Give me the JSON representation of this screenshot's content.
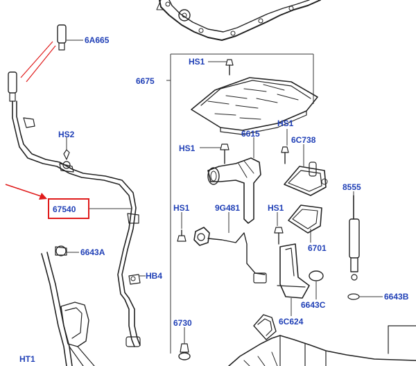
{
  "labels": {
    "6A665": "6A665",
    "HS2": "HS2",
    "67540": "67540",
    "6643A": "6643A",
    "HB4": "HB4",
    "HT1": "HT1",
    "6675": "6675",
    "HS1_top": "HS1",
    "HS1_mid": "HS1",
    "6615": "6615",
    "HS1_right": "HS1",
    "6C738": "6C738",
    "8555": "8555",
    "HS1_lower": "HS1",
    "9G481": "9G481",
    "HS1_lower2": "HS1",
    "6701": "6701",
    "6643C": "6643C",
    "6643B": "6643B",
    "6730": "6730",
    "6C624": "6C624"
  },
  "colors": {
    "label_text": "#1f3fb6",
    "highlight_box": "#e01b1b",
    "pointer_arrow": "#e01b1b",
    "line_art": "#222222"
  }
}
